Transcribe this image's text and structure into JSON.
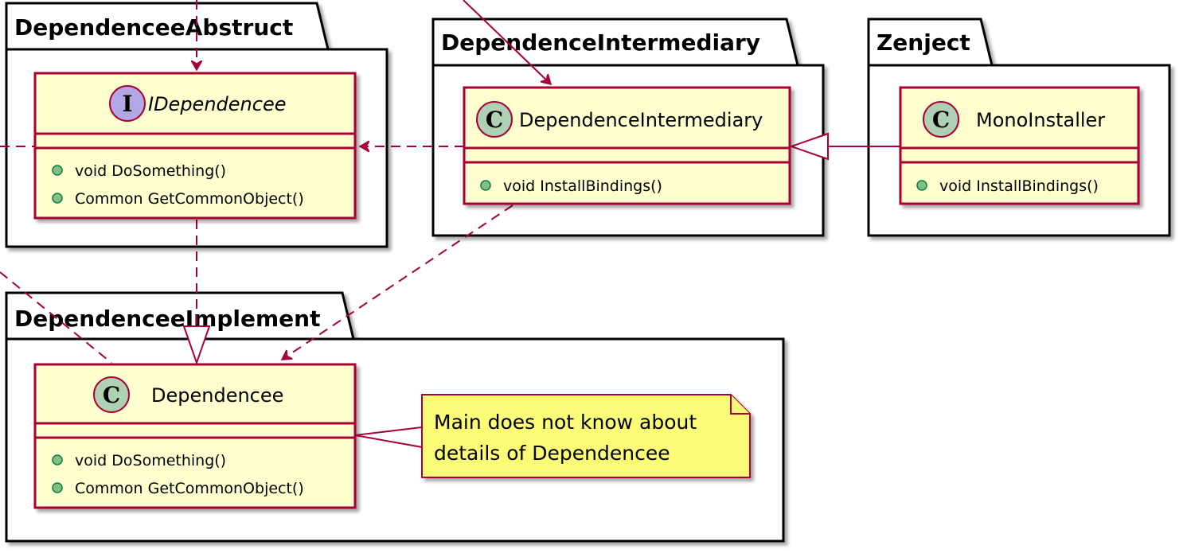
{
  "packages": {
    "abstract": {
      "title": "DependenceeAbstruct"
    },
    "intermediary": {
      "title": "DependenceIntermediary"
    },
    "zenject": {
      "title": "Zenject"
    },
    "implement": {
      "title": "DependenceeImplement"
    }
  },
  "classes": {
    "idependencee": {
      "stereotype": "I",
      "name": "IDependencee",
      "members": [
        "void DoSomething()",
        "Common GetCommonObject()"
      ]
    },
    "dependence_intermediary": {
      "stereotype": "C",
      "name": "DependenceIntermediary",
      "members": [
        "void InstallBindings()"
      ]
    },
    "mono_installer": {
      "stereotype": "C",
      "name": "MonoInstaller",
      "members": [
        "void InstallBindings()"
      ]
    },
    "dependencee": {
      "stereotype": "C",
      "name": "Dependencee",
      "members": [
        "void DoSomething()",
        "Common GetCommonObject()"
      ]
    }
  },
  "note": {
    "lines": [
      "Main does not know about",
      "details of Dependencee"
    ]
  },
  "colors": {
    "class_fill": "#FEFECE",
    "class_border": "#A80036",
    "interface_badge": "#B4A7E5",
    "class_badge": "#ADD1B2",
    "member_dot": "#84BE84",
    "note_fill": "#FBFB77",
    "arrow": "#A80036"
  }
}
